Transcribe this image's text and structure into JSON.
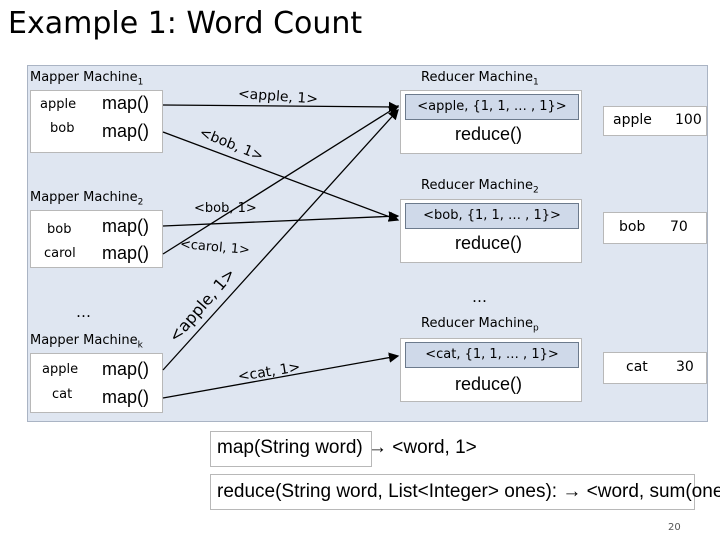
{
  "title": "Example 1: Word Count",
  "mappers": [
    {
      "label": "Mapper Machine",
      "sub": "1",
      "words": [
        "apple",
        "bob"
      ],
      "fn": [
        "map()",
        "map()"
      ]
    },
    {
      "label": "Mapper Machine",
      "sub": "2",
      "words": [
        "bob",
        "carol"
      ],
      "fn": [
        "map()",
        "map()"
      ]
    },
    {
      "label": "Mapper Machine",
      "sub": "k",
      "words": [
        "apple",
        "cat"
      ],
      "fn": [
        "map()",
        "map()"
      ]
    }
  ],
  "mapper_ellipsis": "…",
  "reducers": [
    {
      "label": "Reducer Machine",
      "sub": "1",
      "group": "<apple, {1, 1, … , 1}>",
      "fn": "reduce()",
      "out_word": "apple",
      "out_count": "100"
    },
    {
      "label": "Reducer Machine",
      "sub": "2",
      "group": "<bob, {1, 1, … , 1}>",
      "fn": "reduce()",
      "out_word": "bob",
      "out_count": "70"
    },
    {
      "label": "Reducer Machine",
      "sub": "p",
      "group": "<cat, {1, 1, … , 1}>",
      "fn": "reduce()",
      "out_word": "cat",
      "out_count": "30"
    }
  ],
  "reducer_ellipsis": "…",
  "pairs": {
    "apple1": "<apple, 1>",
    "bob1": "<bob, 1>",
    "bob2": "<bob, 1>",
    "carol": "<carol, 1>",
    "apple2": "<apple, 1>",
    "cat": "<cat, 1>"
  },
  "map_signature": "map(String word) → <word, 1>",
  "reduce_signature": "reduce(String word, List<Integer> ones): → <word, sum(ones)>",
  "page_number": "20"
}
